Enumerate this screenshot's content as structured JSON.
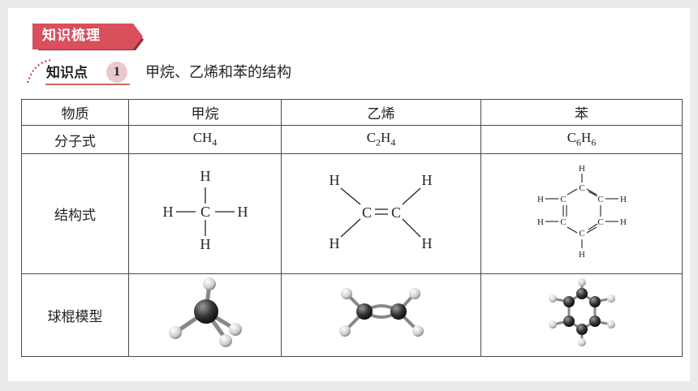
{
  "section_banner": "知识梳理",
  "knowledge_point": {
    "label": "知识点",
    "number": "1",
    "title": "甲烷、乙烯和苯的结构"
  },
  "table": {
    "row_headers": [
      "物质",
      "分子式",
      "结构式",
      "球棍模型"
    ],
    "substances": [
      "甲烷",
      "乙烯",
      "苯"
    ],
    "formulas": [
      {
        "parts": [
          [
            "C",
            ""
          ],
          [
            "H",
            "4"
          ]
        ]
      },
      {
        "parts": [
          [
            "C",
            "2"
          ],
          [
            "H",
            "4"
          ]
        ]
      },
      {
        "parts": [
          [
            "C",
            "6"
          ],
          [
            "H",
            "6"
          ]
        ]
      }
    ]
  },
  "atoms": {
    "carbon": "C",
    "hydrogen": "H"
  },
  "colors": {
    "banner": "#d94f5c",
    "accent": "#c0392b",
    "border": "#4a4a4a",
    "number_bg": "#e8c9cc"
  }
}
